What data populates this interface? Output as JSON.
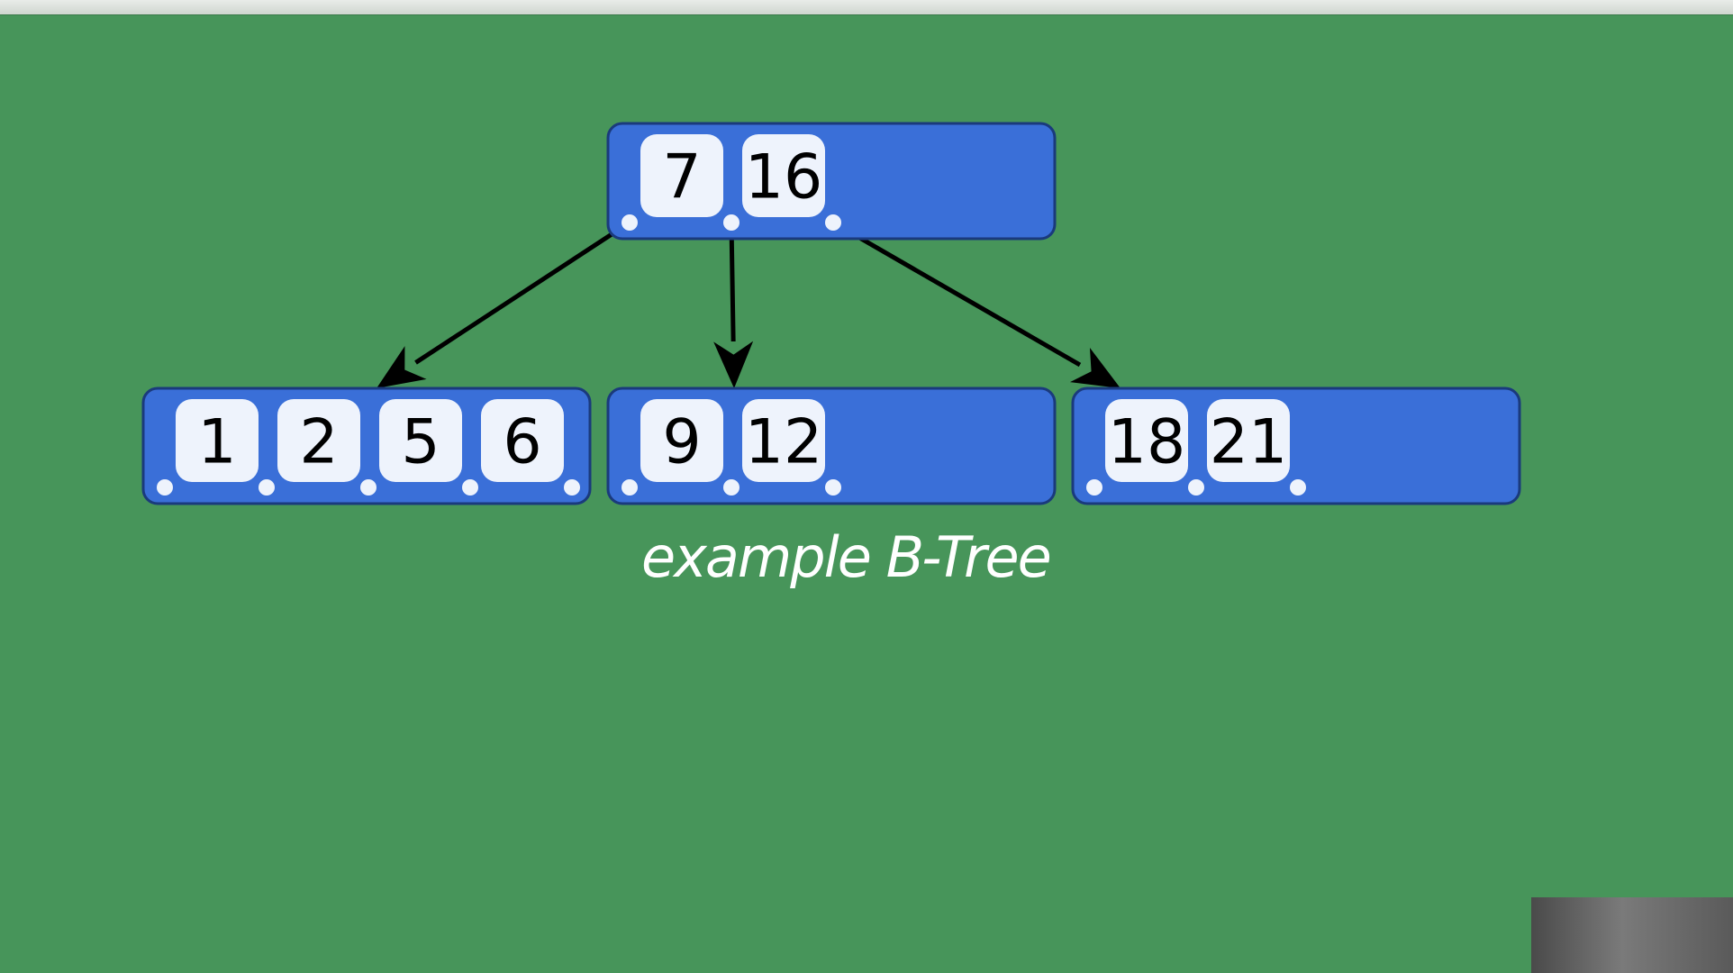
{
  "colors": {
    "background": "#47955a",
    "node_fill": "#3a6fd8",
    "node_border": "#1a3a7c",
    "key_fill": "#eef3fc",
    "edge": "#000000",
    "caption": "#ffffff"
  },
  "tree": {
    "root": {
      "keys": [
        "7",
        "16"
      ]
    },
    "children": [
      {
        "keys": [
          "1",
          "2",
          "5",
          "6"
        ]
      },
      {
        "keys": [
          "9",
          "12"
        ]
      },
      {
        "keys": [
          "18",
          "21"
        ]
      }
    ]
  },
  "caption": "example B-Tree"
}
